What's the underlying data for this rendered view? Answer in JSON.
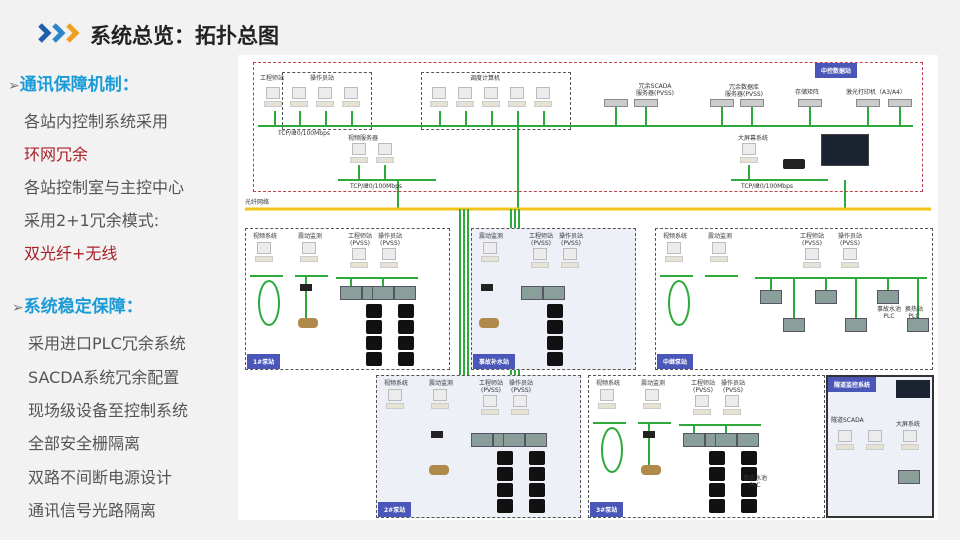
{
  "header": {
    "title": "系统总览：拓扑总图",
    "icon": "triple-chevron-icon"
  },
  "sections": [
    {
      "heading": "通讯保障机制：",
      "items": [
        {
          "text": "各站内控制系统采用",
          "highlight": false
        },
        {
          "text": "环网冗余",
          "highlight": true
        },
        {
          "text": "各站控制室与主控中心",
          "highlight": false
        },
        {
          "text": "采用2+1冗余模式:",
          "highlight": false
        },
        {
          "text": "双光纤+无线",
          "highlight": true
        }
      ]
    },
    {
      "heading": "系统稳定保障：",
      "items": [
        {
          "text": "采用进口PLC冗余系统",
          "highlight": false
        },
        {
          "text": "SACDA系统冗余配置",
          "highlight": false
        },
        {
          "text": "现场级设备至控制系统",
          "highlight": false
        },
        {
          "text": "全部安全栅隔离",
          "highlight": false
        },
        {
          "text": "双路不间断电源设计",
          "highlight": false
        },
        {
          "text": "通讯信号光路隔离",
          "highlight": false
        }
      ]
    }
  ],
  "colors": {
    "heading": "#1a9bd7",
    "highlight": "#a8202a",
    "bus": "#2eaa3c",
    "fiber": "#f0c419",
    "station_tag": "#4a56b8"
  },
  "diagram": {
    "center": {
      "tag": "中控数据站",
      "eng": "工程师站",
      "op": "操作员站",
      "dispatch": "调度计算机",
      "scada": "冗余SCADA\n服务器(PVSS)",
      "db": "冗余数据库\n服务器(PVSS)",
      "storage": "存储矩阵",
      "printer": "激光打印机（A3/A4）",
      "video": "视频服务器",
      "screen": "大屏幕系统",
      "tcp": "TCP/IP",
      "speed": "10/100Mbps"
    },
    "fiber": "光纤网络",
    "stations": {
      "s1": "1#泵站",
      "accident": "事故补水站",
      "relay": "中继泵站",
      "s2": "2#泵站",
      "s3": "3#泵站",
      "tunnel": "隧道监控系统"
    },
    "labels": {
      "video": "视频系统",
      "vib": "震动监测",
      "eng": "工程师站\n(PVSS)",
      "op": "操作员站\n(PVSS)",
      "pool_plc": "事故水池\nPLC",
      "heat_plc": "换热站\nPLC",
      "tunnel_scada": "隧道SCADA",
      "big_screen": "大屏系统"
    }
  }
}
